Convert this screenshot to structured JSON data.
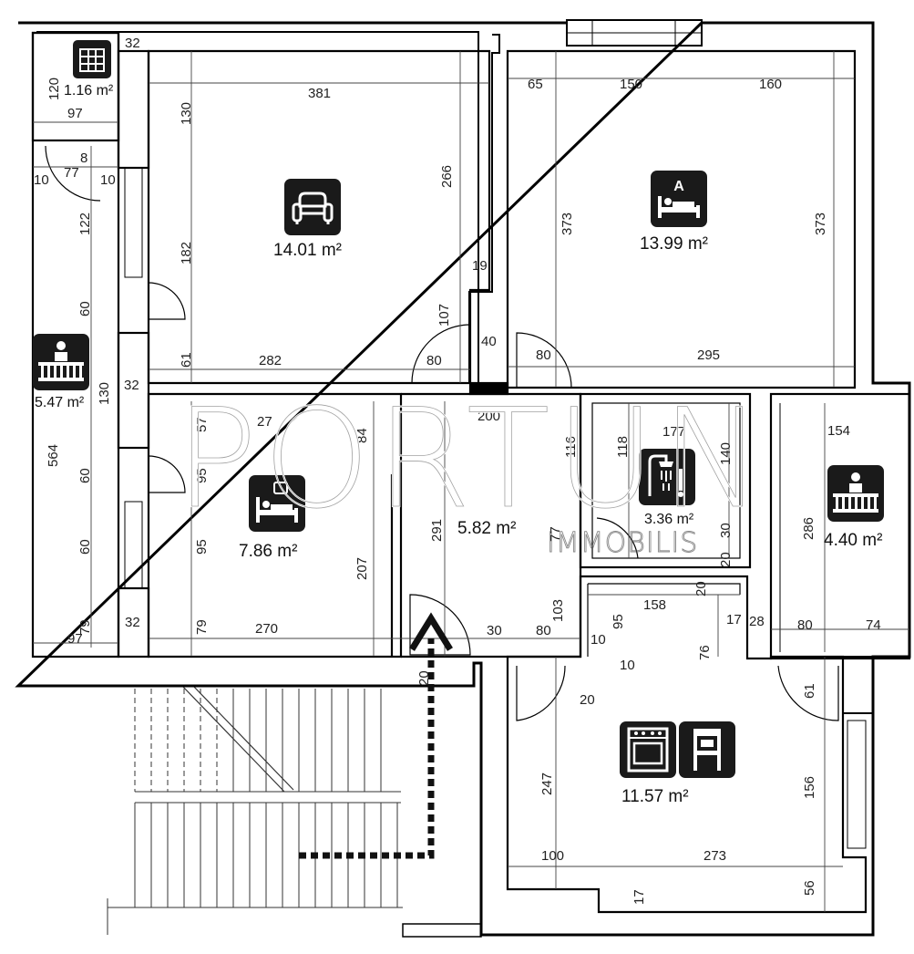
{
  "watermark": {
    "brand": "PORTUN",
    "sub": "IMMOBILIS"
  },
  "rooms": [
    {
      "id": "storage",
      "area": "1.16 m²",
      "icon": "storage-icon"
    },
    {
      "id": "living",
      "area": "14.01 m²",
      "icon": "armchair-icon"
    },
    {
      "id": "bedroom-large",
      "area": "13.99 m²",
      "icon": "bed-icon"
    },
    {
      "id": "balcony-west",
      "area": "5.47 m²",
      "icon": "balcony-icon"
    },
    {
      "id": "bedroom-small",
      "area": "7.86 m²",
      "icon": "bed-icon"
    },
    {
      "id": "hallway",
      "area": "5.82 m²",
      "icon": ""
    },
    {
      "id": "bathroom",
      "area": "3.36 m²",
      "icon": "shower-icon"
    },
    {
      "id": "balcony-east",
      "area": "4.40 m²",
      "icon": "balcony-icon"
    },
    {
      "id": "kitchen",
      "area": "11.57 m²",
      "icon": "stove-icon"
    }
  ],
  "dimensions": [
    "32",
    "120",
    "97",
    "10",
    "8",
    "77",
    "10",
    "381",
    "130",
    "266",
    "65",
    "150",
    "160",
    "373",
    "373",
    "122",
    "182",
    "19",
    "107",
    "60",
    "40",
    "80",
    "80",
    "61",
    "282",
    "295",
    "32",
    "130",
    "564",
    "57",
    "84",
    "27",
    "200",
    "116",
    "118",
    "177",
    "140",
    "154",
    "60",
    "95",
    "291",
    "77",
    "286",
    "20",
    "30",
    "60",
    "95",
    "207",
    "103",
    "158",
    "20",
    "95",
    "17",
    "28",
    "79",
    "32",
    "79",
    "270",
    "30",
    "80",
    "10",
    "10",
    "76",
    "80",
    "74",
    "97",
    "20",
    "20",
    "61",
    "247",
    "156",
    "100",
    "273",
    "56",
    "17"
  ]
}
